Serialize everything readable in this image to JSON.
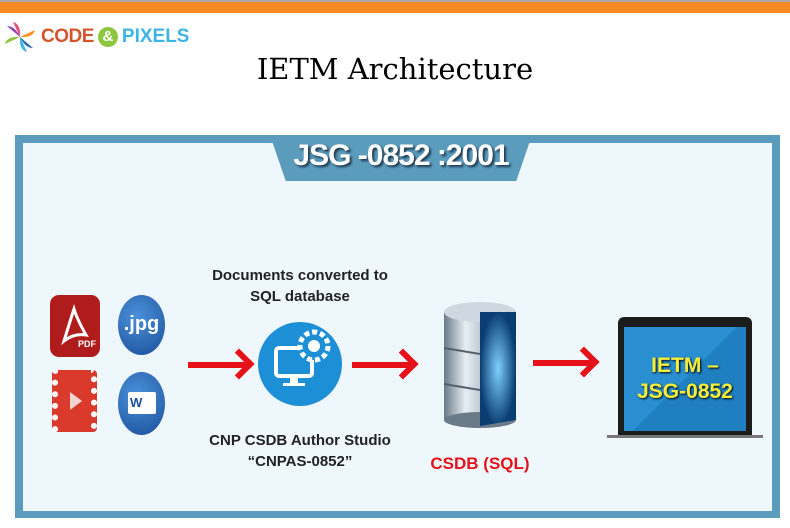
{
  "header": {
    "logo_text_1": "CODE",
    "logo_amp": "&",
    "logo_text_2": "PIXELS",
    "title": "IETM Architecture"
  },
  "diagram": {
    "banner": "JSG -0852 :2001",
    "inputs": [
      {
        "icon": "pdf-icon",
        "label": "PDF"
      },
      {
        "icon": "jpg-icon",
        "label": ".jpg"
      },
      {
        "icon": "video-icon"
      },
      {
        "icon": "word-icon",
        "label": "W"
      }
    ],
    "step1_top": [
      "Documents converted to",
      "SQL database"
    ],
    "step1_bottom": [
      "CNP CSDB Author Studio",
      "“CNPAS-0852”"
    ],
    "step2_label": "CSDB (SQL)",
    "output_screen": [
      "IETM –",
      "JSG-0852"
    ],
    "colors": {
      "accent": "#f58a23",
      "frame": "#5b9bbb",
      "arrow": "#e5121a",
      "screen_text": "#f6ee3a"
    }
  }
}
